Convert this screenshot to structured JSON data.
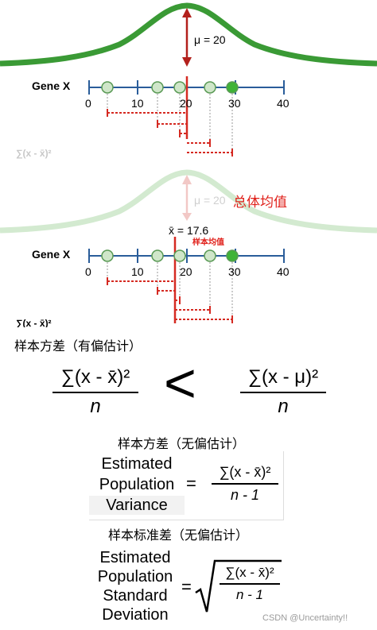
{
  "colors": {
    "curve": "#3a9a35",
    "curve_faded": "#d3ead0",
    "mu_arrow": "#b3201c",
    "mu_arrow_faded": "#f2c8c6",
    "axis": "#2a5d9a",
    "dot_fill": "#cfe6c9",
    "dot_stroke": "#5a9a55",
    "dot_highlight": "#3fb338",
    "residual": "#d52a22",
    "guide": "#9a9a9a"
  },
  "panel1": {
    "gene_label": "Gene X",
    "mu_label": "μ = 20",
    "ticks": [
      "0",
      "10",
      "20",
      "30",
      "40"
    ],
    "sum_label": "∑(x - x̄)²"
  },
  "panel2": {
    "gene_label": "Gene X",
    "mu_label": "μ = 20",
    "population_mean_cn": "总体均值",
    "xbar_label": "x̄ = 17.6",
    "sample_mean_cn": "样本均值",
    "ticks": [
      "0",
      "10",
      "20",
      "30",
      "40"
    ],
    "sum_label": "∑(x - x̄)²"
  },
  "section_biased": {
    "title": "样本方差（有偏估计）",
    "lhs_num": "∑(x - x̄)²",
    "lhs_den": "n",
    "relation": "<",
    "rhs_num": "∑(x - μ)²",
    "rhs_den": "n"
  },
  "section_unbiased_var": {
    "title": "样本方差（无偏估计）",
    "label_line1": "Estimated",
    "label_line2": "Population",
    "label_line3": "Variance",
    "equals": "=",
    "num": "∑(x - x̄)²",
    "den": "n - 1"
  },
  "section_unbiased_sd": {
    "title": "样本标准差（无偏估计）",
    "label_line1": "Estimated",
    "label_line2": "Population",
    "label_line3": "Standard",
    "label_line4": "Deviation",
    "equals": "=",
    "num": "∑(x - x̄)²",
    "den": "n - 1"
  },
  "watermark": "CSDN @Uncertainty!!"
}
